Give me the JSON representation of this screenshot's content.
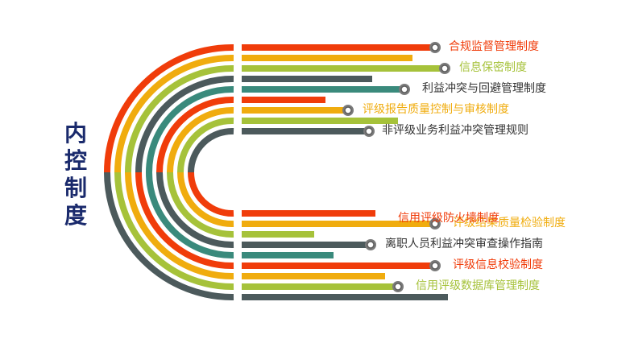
{
  "title": "内控制度",
  "colors": {
    "red": "#f03c0a",
    "amber": "#f0ac0e",
    "lime": "#a6c23a",
    "slate": "#4c5a5c",
    "teal": "#3a8a7c",
    "title": "#1a2a6c",
    "knob": "#7a7a7a"
  },
  "top_items": [
    {
      "label": "合规监督管理制度",
      "color": "red",
      "has_label": true
    },
    {
      "label": "",
      "color": "amber",
      "has_label": false
    },
    {
      "label": "信息保密制度",
      "color": "lime",
      "has_label": true
    },
    {
      "label": "",
      "color": "slate",
      "has_label": false
    },
    {
      "label": "利益冲突与回避管理制度",
      "color": "teal",
      "has_label": true
    },
    {
      "label": "",
      "color": "red",
      "has_label": false
    },
    {
      "label": "评级报告质量控制与审核制度",
      "color": "amber",
      "has_label": true
    },
    {
      "label": "",
      "color": "lime",
      "has_label": false
    },
    {
      "label": "非评级业务利益冲突管理规则",
      "color": "slate",
      "has_label": true
    }
  ],
  "bottom_items": [
    {
      "label": "",
      "color": "slate",
      "has_label": false
    },
    {
      "label": "信用评级数据库管理制度",
      "color": "lime",
      "has_label": true
    },
    {
      "label": "",
      "color": "amber",
      "has_label": false
    },
    {
      "label": "评级信息校验制度",
      "color": "red",
      "has_label": true
    },
    {
      "label": "",
      "color": "teal",
      "has_label": false
    },
    {
      "label": "离职人员利益冲突审查操作指南",
      "color": "slate",
      "has_label": true
    },
    {
      "label": "",
      "color": "lime",
      "has_label": false
    },
    {
      "label": "评级结果质量检验制度",
      "color": "amber",
      "has_label": true
    },
    {
      "label": "信用评级防火墙制度",
      "color": "red",
      "has_label": true
    }
  ]
}
